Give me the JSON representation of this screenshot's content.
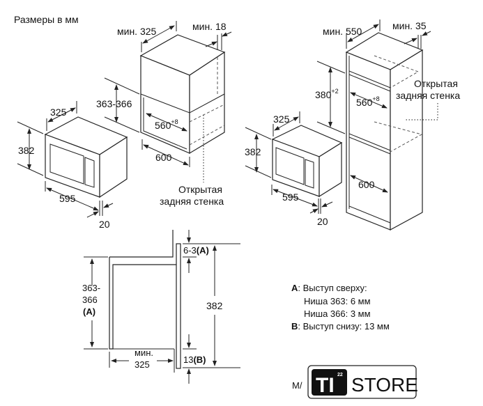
{
  "title": "Размеры в мм",
  "top_left": {
    "cabinet_depth": "мин. 325",
    "cabinet_gap": "мин. 18",
    "niche_height": "363-366",
    "niche_width": "560",
    "niche_width_tol": "+8",
    "cabinet_width": "600",
    "open_back_line1": "Открытая",
    "open_back_line2": "задняя стенка",
    "mw_depth": "325",
    "mw_height": "382",
    "mw_width": "595",
    "mw_front": "20"
  },
  "top_right": {
    "cabinet_depth": "мин. 550",
    "cabinet_gap": "мин. 35",
    "niche_height": "380",
    "niche_height_tol": "+2",
    "niche_width": "560",
    "niche_width_tol": "+8",
    "cabinet_width": "600",
    "open_back_line1": "Открытая",
    "open_back_line2": "задняя стенка",
    "mw_depth": "325",
    "mw_height": "382",
    "mw_width": "595",
    "mw_front": "20"
  },
  "side_view": {
    "niche_line1": "363-",
    "niche_line2": "366",
    "niche_line3": "(A)",
    "depth_line1": "мин.",
    "depth_line2": "325",
    "top_offset": "6-3",
    "top_offset_ref": "(A)",
    "bottom_offset": "13",
    "bottom_offset_ref": "(B)",
    "total_height": "382"
  },
  "legend": {
    "a_key": "A",
    "a_label": ": Выступ сверху:",
    "a_line1": "Ниша 363: 6 мм",
    "a_line2": "Ниша 366: 3 мм",
    "b_key": "B",
    "b_label": ": Выступ снизу: 13 мм"
  },
  "watermark": {
    "prefix": "M/",
    "brand_mark": "TI",
    "brand_sup": "22",
    "brand_word": "STORE"
  }
}
